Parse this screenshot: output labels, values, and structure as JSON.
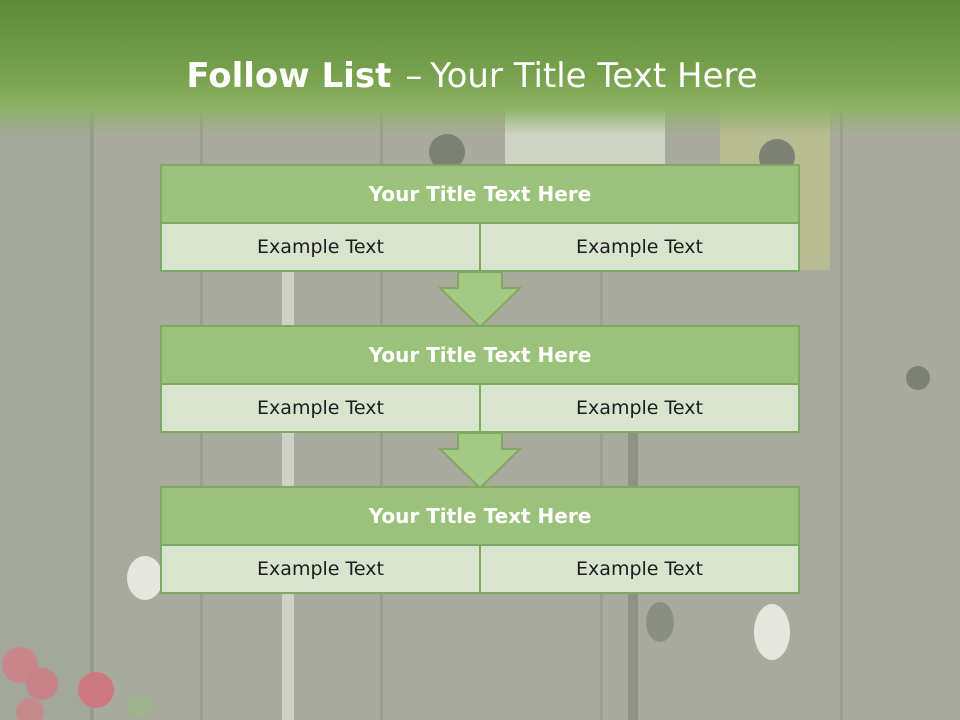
{
  "slide": {
    "title_bold": "Follow List",
    "title_separator": "–",
    "title_rest": "Your Title Text Here"
  },
  "blocks": [
    {
      "title": "Your Title Text Here",
      "left": "Example Text",
      "right": "Example Text"
    },
    {
      "title": "Your Title Text Here",
      "left": "Example Text",
      "right": "Example Text"
    },
    {
      "title": "Your Title Text Here",
      "left": "Example Text",
      "right": "Example Text"
    }
  ],
  "colors": {
    "header_green": "#77a14d",
    "block_title_green": "#9bc27a",
    "block_cell_fill": "#d9e4cf",
    "arrow_green": "#a4c985"
  },
  "icons": [
    "down-arrow-icon",
    "down-arrow-icon"
  ]
}
